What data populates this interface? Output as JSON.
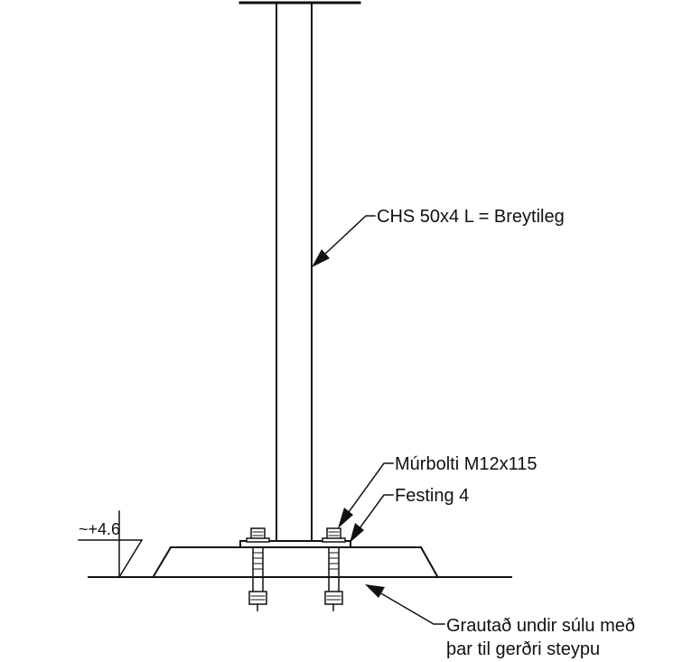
{
  "drawing": {
    "labels": {
      "column": "CHS 50x4 L = Breytileg",
      "anchor_bolt": "Múrbolti M12x115",
      "fixing": "Festing 4",
      "grout_line1": "Grautað undir súlu með",
      "grout_line2": "þar til gerðri steypu",
      "level": "~+4.6"
    },
    "colors": {
      "line": "#111111",
      "background": "#ffffff"
    }
  }
}
